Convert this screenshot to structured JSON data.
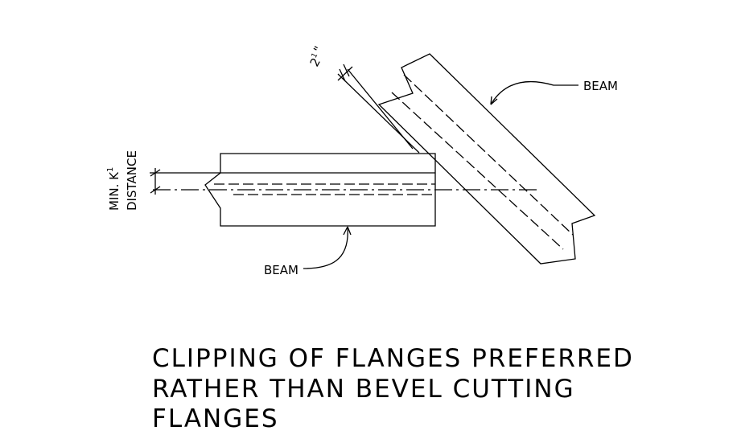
{
  "labels": {
    "beam_right": "BEAM",
    "beam_bottom": "BEAM",
    "dim_line1": "MIN. K",
    "dim_sup": "1",
    "dim_line2": "DISTANCE",
    "half_inch_whole": "2",
    "half_inch_num": "1",
    "half_inch_mark": "\""
  },
  "caption": {
    "line1": "CLIPPING OF FLANGES PREFERRED",
    "line2": "RATHER THAN BEVEL CUTTING",
    "line3": "FLANGES"
  }
}
